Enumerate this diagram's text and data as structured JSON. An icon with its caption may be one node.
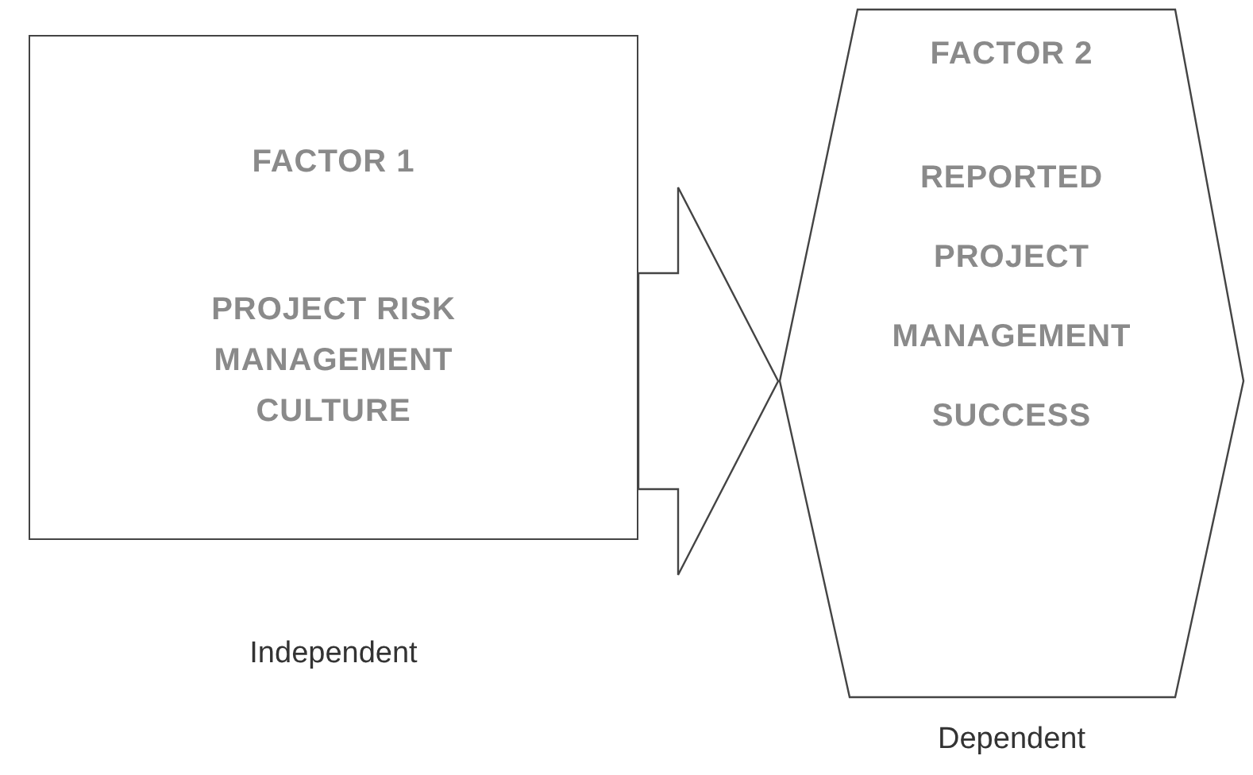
{
  "diagram": {
    "nodes": [
      {
        "text": [
          "FACTOR 1",
          "PROJECT RISK MANAGEMENT CULTURE"
        ],
        "beside": [
          "Independent"
        ]
      },
      {
        "text": [
          "FACTOR 2",
          "REPORTED PROJECT MANAGEMENT SUCCESS"
        ],
        "beside": [
          "Dependent"
        ]
      }
    ],
    "edges": [
      {
        "from": 0,
        "to": 1,
        "arrow": "to"
      }
    ]
  }
}
